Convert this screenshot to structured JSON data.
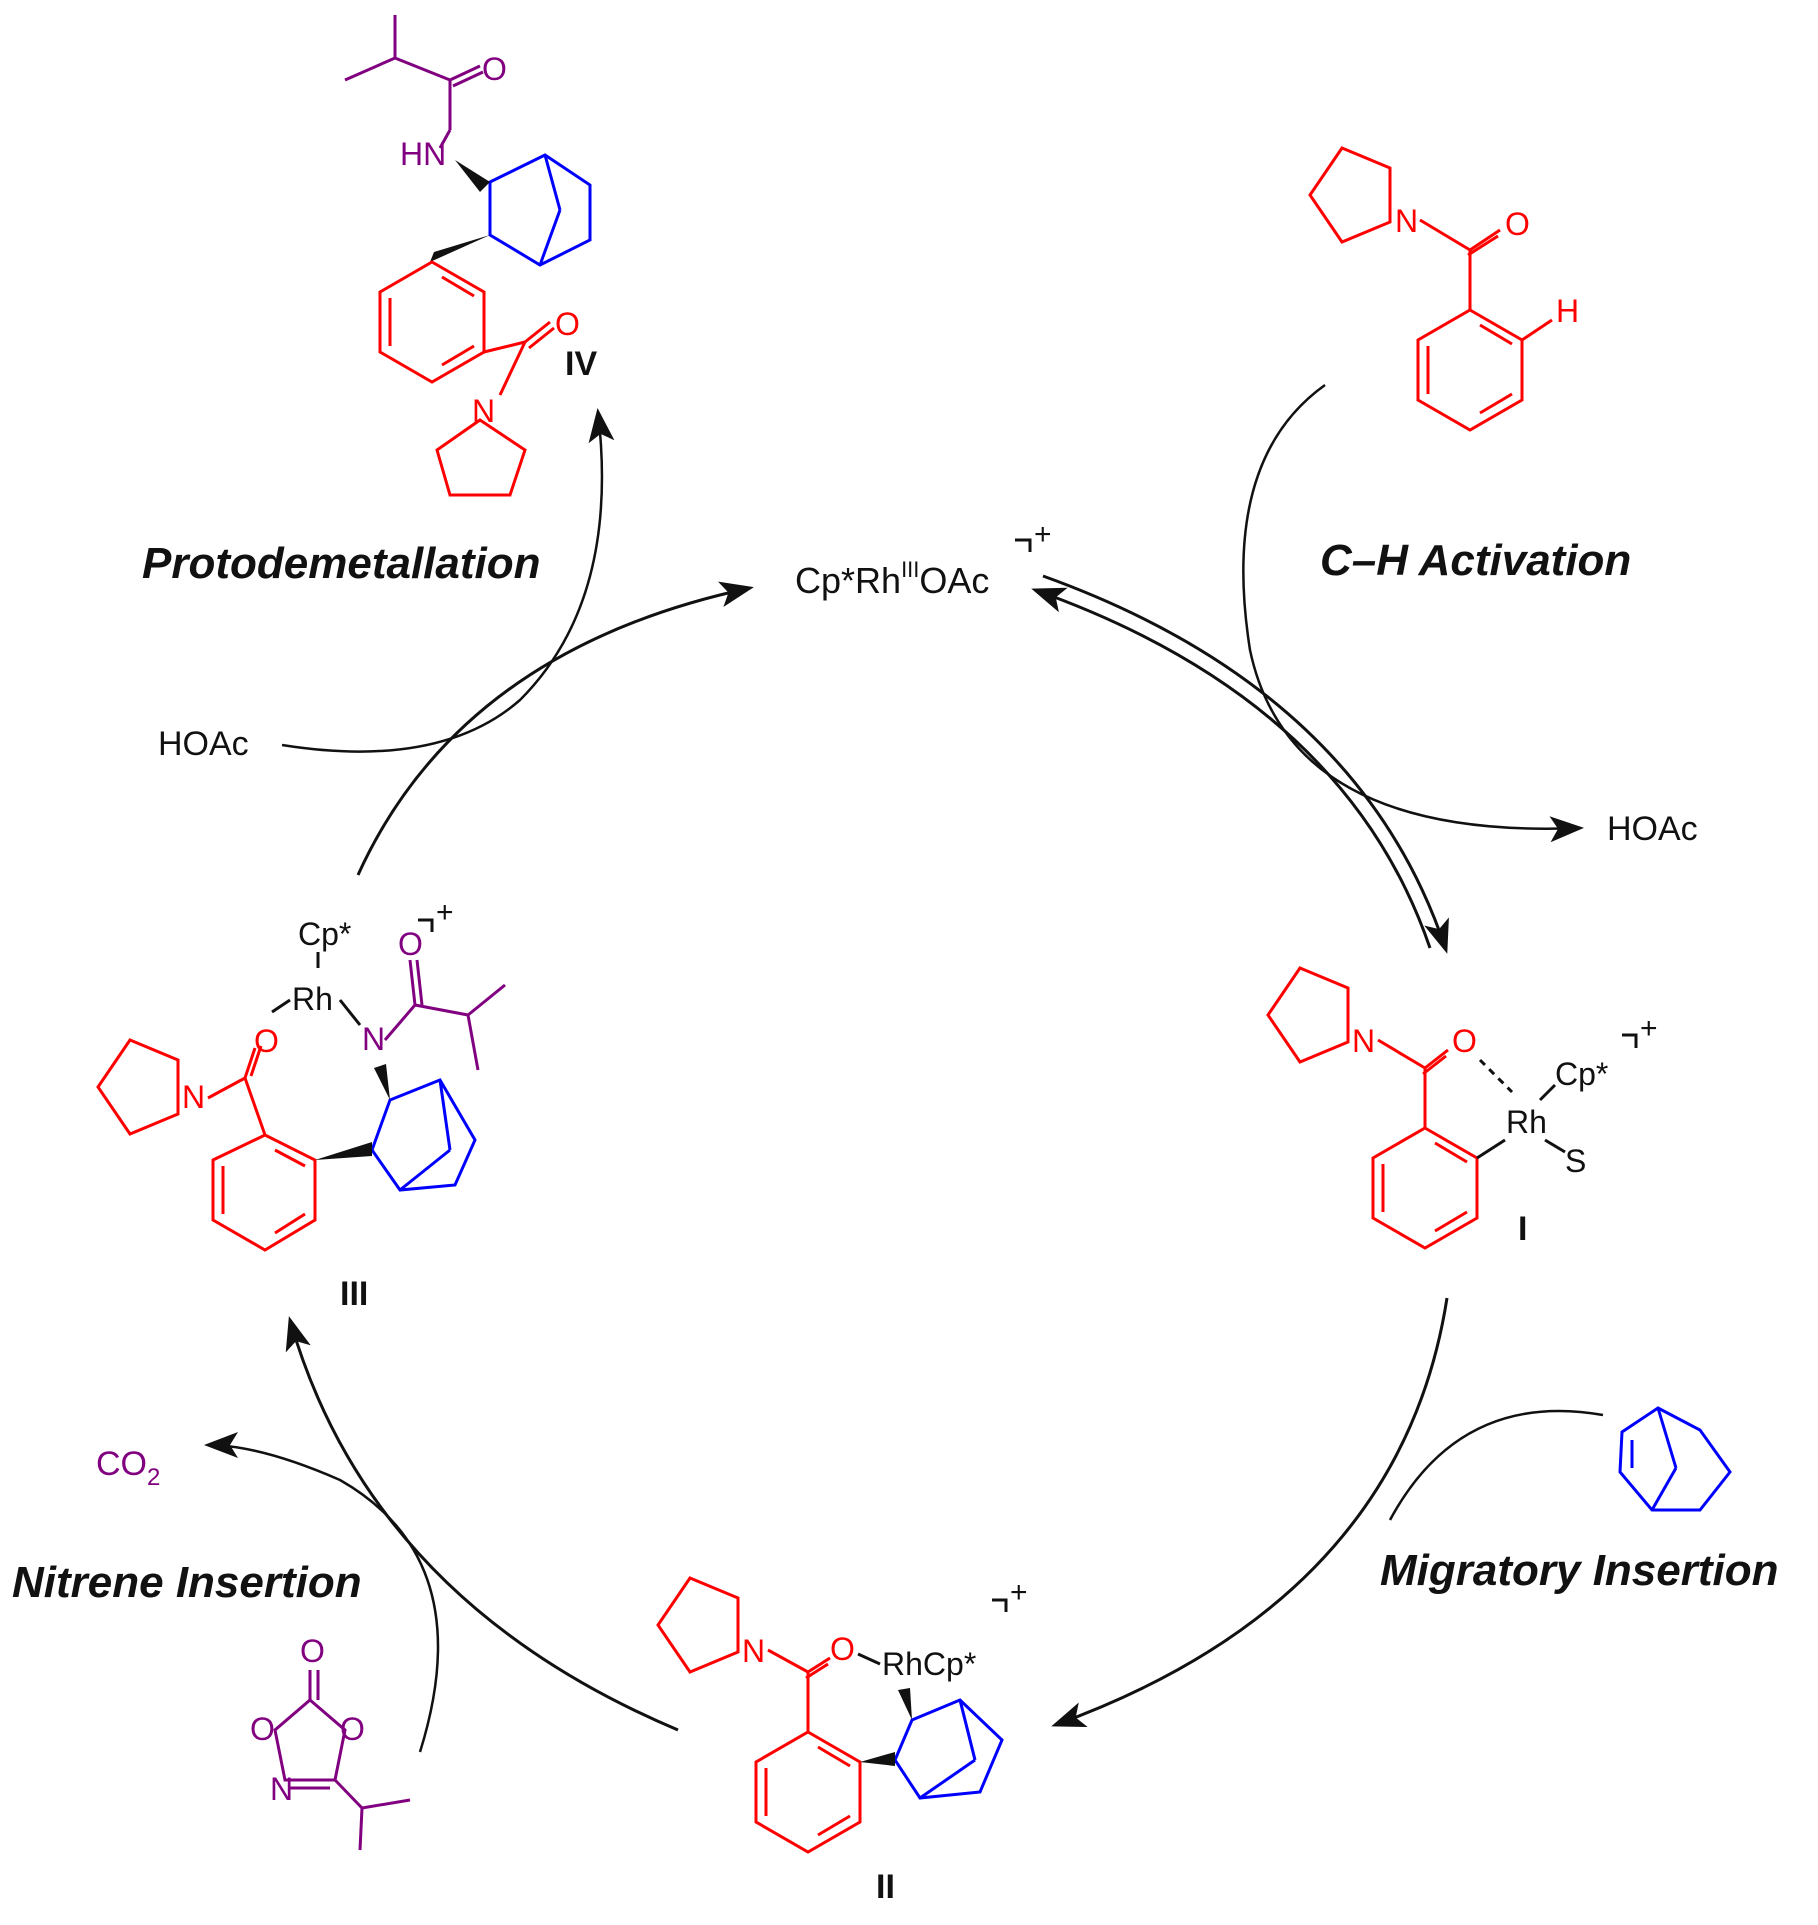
{
  "catalyst": {
    "base": "Cp*Rh",
    "ox": "III",
    "tail": "OAc",
    "charge": "+"
  },
  "steps": {
    "ch_activation": "C–H Activation",
    "migratory_insertion": "Migratory Insertion",
    "nitrene_insertion": "Nitrene Insertion",
    "protodemetallation": "Protodemetallation"
  },
  "byproducts": {
    "hoac_out": "HOAc",
    "hoac_in": "HOAc",
    "co2_base": "CO",
    "co2_sub": "2"
  },
  "intermediates": {
    "I": "I",
    "II": "II",
    "III": "III",
    "IV": "IV"
  },
  "atoms": {
    "O": "O",
    "N": "N",
    "H": "H",
    "HN": "HN",
    "Rh": "Rh",
    "Cp": "Cp*",
    "RhCp": "RhCp*",
    "S": "S",
    "plus": "+"
  },
  "colors": {
    "aryl_amide": "#ff0000",
    "norbornene": "#0000ff",
    "amide_reagent": "#800080",
    "text": "#111111"
  }
}
